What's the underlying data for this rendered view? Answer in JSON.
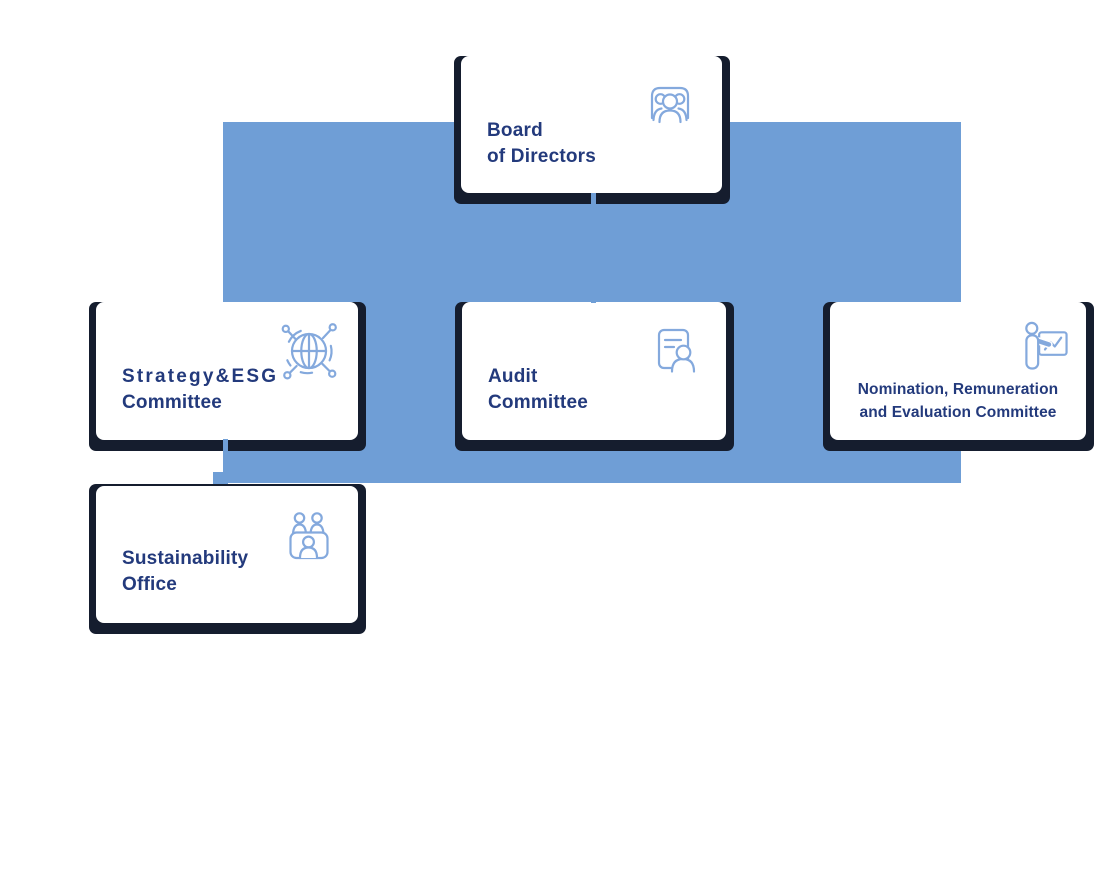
{
  "diagram": {
    "type": "org-chart",
    "nodes": {
      "board": {
        "line1": "Board",
        "line2": "of Directors",
        "icon": "audience-group-icon"
      },
      "strategy": {
        "line1": "Strategy&ESG",
        "line2": "Committee",
        "icon": "globe-network-icon"
      },
      "audit": {
        "line1": "Audit",
        "line2": "Committee",
        "icon": "document-person-icon"
      },
      "nomination": {
        "line1": "Nomination, Remuneration",
        "line2": "and Evaluation Committee",
        "icon": "presenter-whiteboard-icon"
      },
      "sustainability": {
        "line1": "Sustainability",
        "line2": "Office",
        "icon": "panel-meeting-icon"
      }
    },
    "colors": {
      "band": "#6F9ED6",
      "icon_stroke": "#84A9DD",
      "card_frame": "#151D2E",
      "title_text": "#233A7C",
      "card_bg": "#FFFFFF",
      "page_bg": "#FFFFFF"
    }
  }
}
